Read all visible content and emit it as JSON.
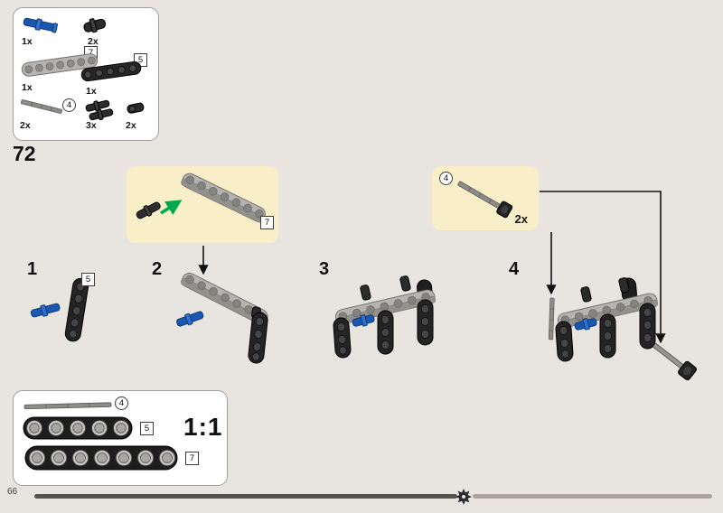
{
  "colors": {
    "background": "#e8e5e1",
    "callout_yellow": "#f8efc9",
    "lego_blue": "#1a57b0",
    "arrow_green": "#00a94f",
    "progress_dark": "#55524d",
    "progress_light": "#aba49c"
  },
  "step": {
    "number": "72"
  },
  "parts_box": {
    "items": [
      {
        "part": "pin-3l-blue",
        "count": "1x"
      },
      {
        "part": "pin-connector-black",
        "count": "2x"
      },
      {
        "part": "beam-7-gray",
        "count": "1x",
        "size_label": "7"
      },
      {
        "part": "beam-5-black",
        "count": "1x",
        "size_label": "5"
      },
      {
        "part": "axle-4-gray",
        "count": "2x",
        "size_label": "4"
      },
      {
        "part": "pin-2l-black",
        "count": "3x"
      },
      {
        "part": "pin-1l-black",
        "count": "2x"
      }
    ]
  },
  "beam_callout": {
    "size_label": "7"
  },
  "axle_callout": {
    "size_label": "4",
    "count": "2x"
  },
  "substeps": [
    {
      "number": "1",
      "size_label": "5"
    },
    {
      "number": "2"
    },
    {
      "number": "3"
    },
    {
      "number": "4"
    }
  ],
  "scale_box": {
    "scale": "1:1",
    "axle_label": "4",
    "beam5_label": "5",
    "beam7_label": "7"
  },
  "footer": {
    "page_number": "66"
  }
}
